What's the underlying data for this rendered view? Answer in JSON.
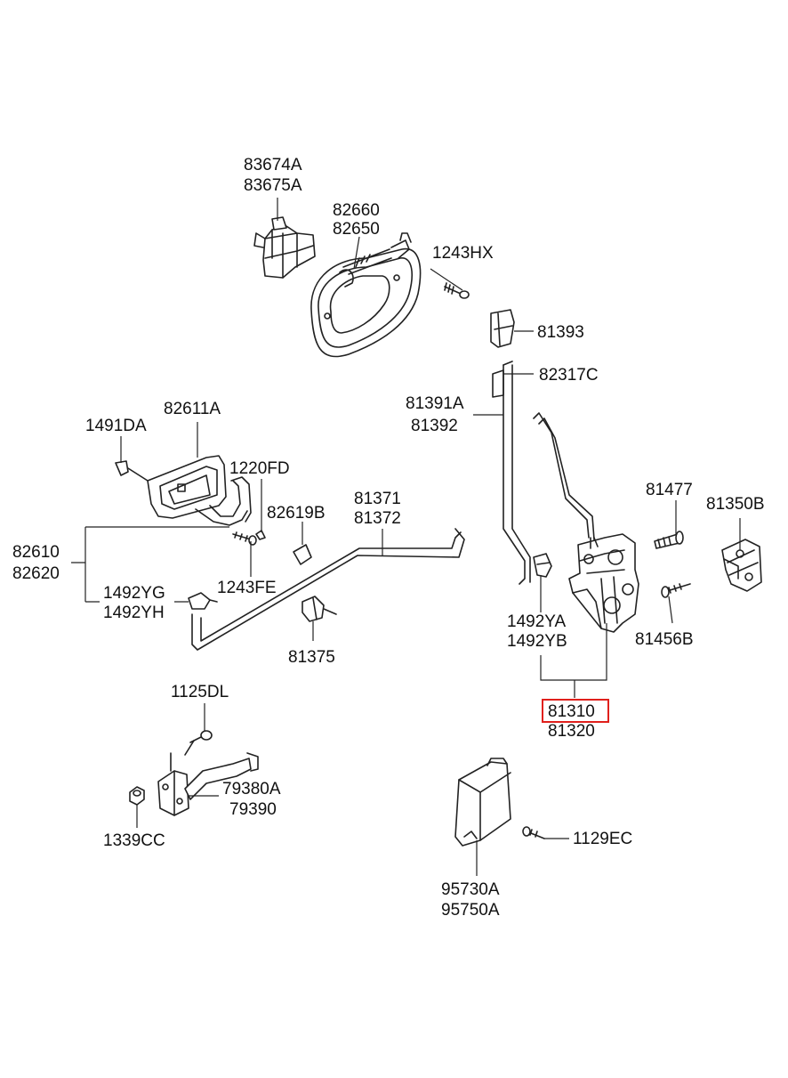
{
  "highlight_color": "#e0201c",
  "labels": {
    "p83674A": "83674A",
    "p83675A": "83675A",
    "p82660": "82660",
    "p82650": "82650",
    "p1243HX": "1243HX",
    "p81393": "81393",
    "p82317C": "82317C",
    "p81391A": "81391A",
    "p81392": "81392",
    "p1491DA": "1491DA",
    "p82611A": "82611A",
    "p1220FD": "1220FD",
    "p82619B": "82619B",
    "p81371": "81371",
    "p81372": "81372",
    "p81477": "81477",
    "p81350B": "81350B",
    "p82610": "82610",
    "p82620": "82620",
    "p1492YG": "1492YG",
    "p1492YH": "1492YH",
    "p1243FE": "1243FE",
    "p81375": "81375",
    "p1492YA": "1492YA",
    "p1492YB": "1492YB",
    "p81456B": "81456B",
    "p81310": "81310",
    "p81320": "81320",
    "p1125DL": "1125DL",
    "p79380A": "79380A",
    "p79390": "79390",
    "p1339CC": "1339CC",
    "p1129EC": "1129EC",
    "p95730A": "95730A",
    "p95750A": "95750A"
  }
}
